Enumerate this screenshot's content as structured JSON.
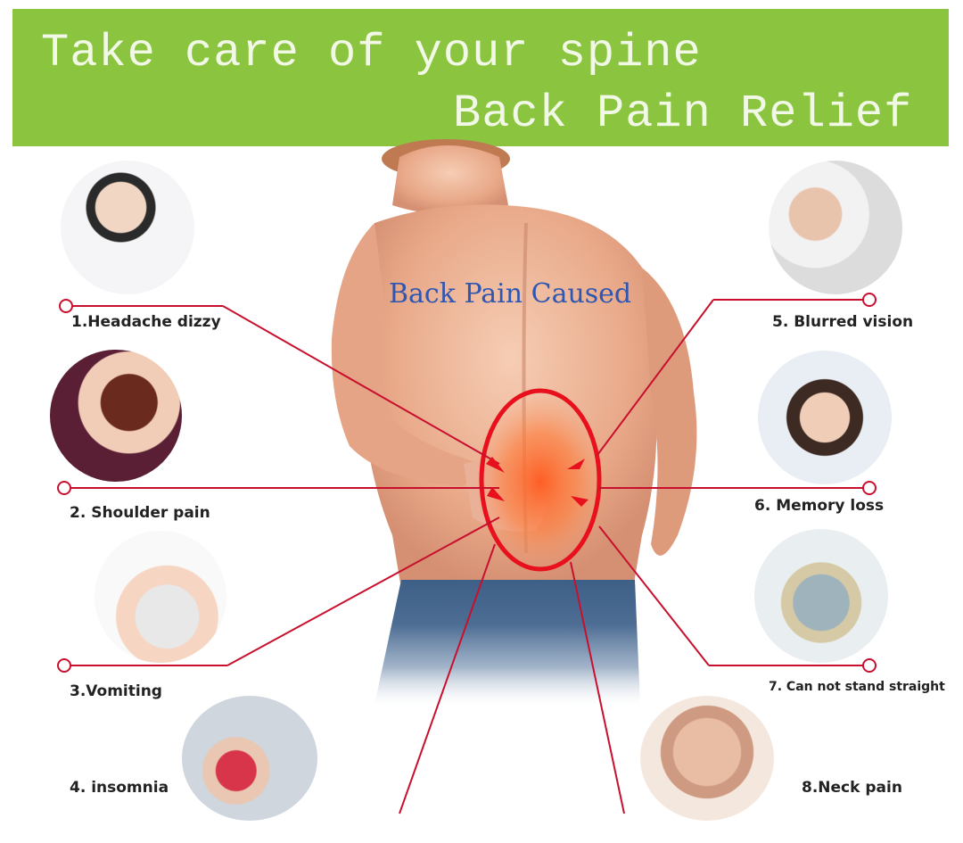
{
  "header": {
    "title_line1": "Take care of your spine",
    "title_line2": "Back Pain Relief"
  },
  "center_label": "Back Pain Caused",
  "symptoms": [
    {
      "label": "1.Headache dizzy"
    },
    {
      "label": "2. Shoulder pain"
    },
    {
      "label": "3.Vomiting"
    },
    {
      "label": "4. insomnia"
    },
    {
      "label": "5. Blurred vision"
    },
    {
      "label": "6. Memory loss"
    },
    {
      "label": "7. Can not stand straight"
    },
    {
      "label": "8.Neck pain"
    }
  ],
  "colors": {
    "banner": "#8bc53f",
    "pointer_lines": "#c8102e",
    "center_text": "#2f56b0"
  }
}
